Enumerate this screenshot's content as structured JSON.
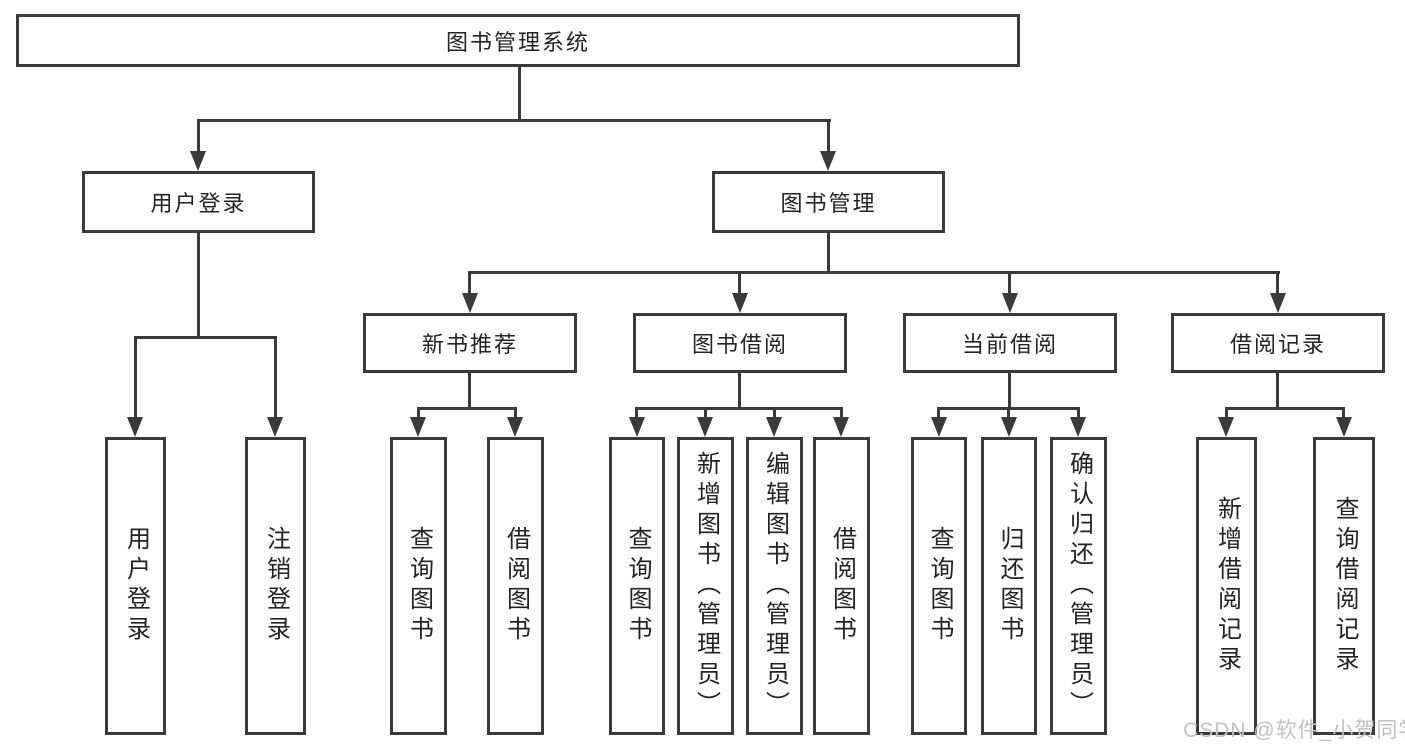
{
  "diagram": {
    "root": {
      "label": "图书管理系统"
    },
    "level1": [
      {
        "label": "用户登录"
      },
      {
        "label": "图书管理"
      }
    ],
    "level2": [
      {
        "label": "新书推荐"
      },
      {
        "label": "图书借阅"
      },
      {
        "label": "当前借阅"
      },
      {
        "label": "借阅记录"
      }
    ],
    "leaves_user_login": [
      {
        "label": "用户登录"
      },
      {
        "label": "注销登录"
      }
    ],
    "leaves_new_books": [
      {
        "label": "查询图书"
      },
      {
        "label": "借阅图书"
      }
    ],
    "leaves_borrow": [
      {
        "label": "查询图书"
      },
      {
        "label": "新增图书（管理员）"
      },
      {
        "label": "编辑图书（管理员）"
      },
      {
        "label": "借阅图书"
      }
    ],
    "leaves_current": [
      {
        "label": "查询图书"
      },
      {
        "label": "归还图书"
      },
      {
        "label": "确认归还（管理员）"
      }
    ],
    "leaves_records": [
      {
        "label": "新增借阅记录"
      },
      {
        "label": "查询借阅记录"
      }
    ]
  },
  "watermark": {
    "text": "CSDN @软件_小贺同学"
  },
  "colors": {
    "line": "#3a3a3a",
    "text": "#232323",
    "watermark": "#c2c2c2",
    "background": "#ffffff"
  }
}
